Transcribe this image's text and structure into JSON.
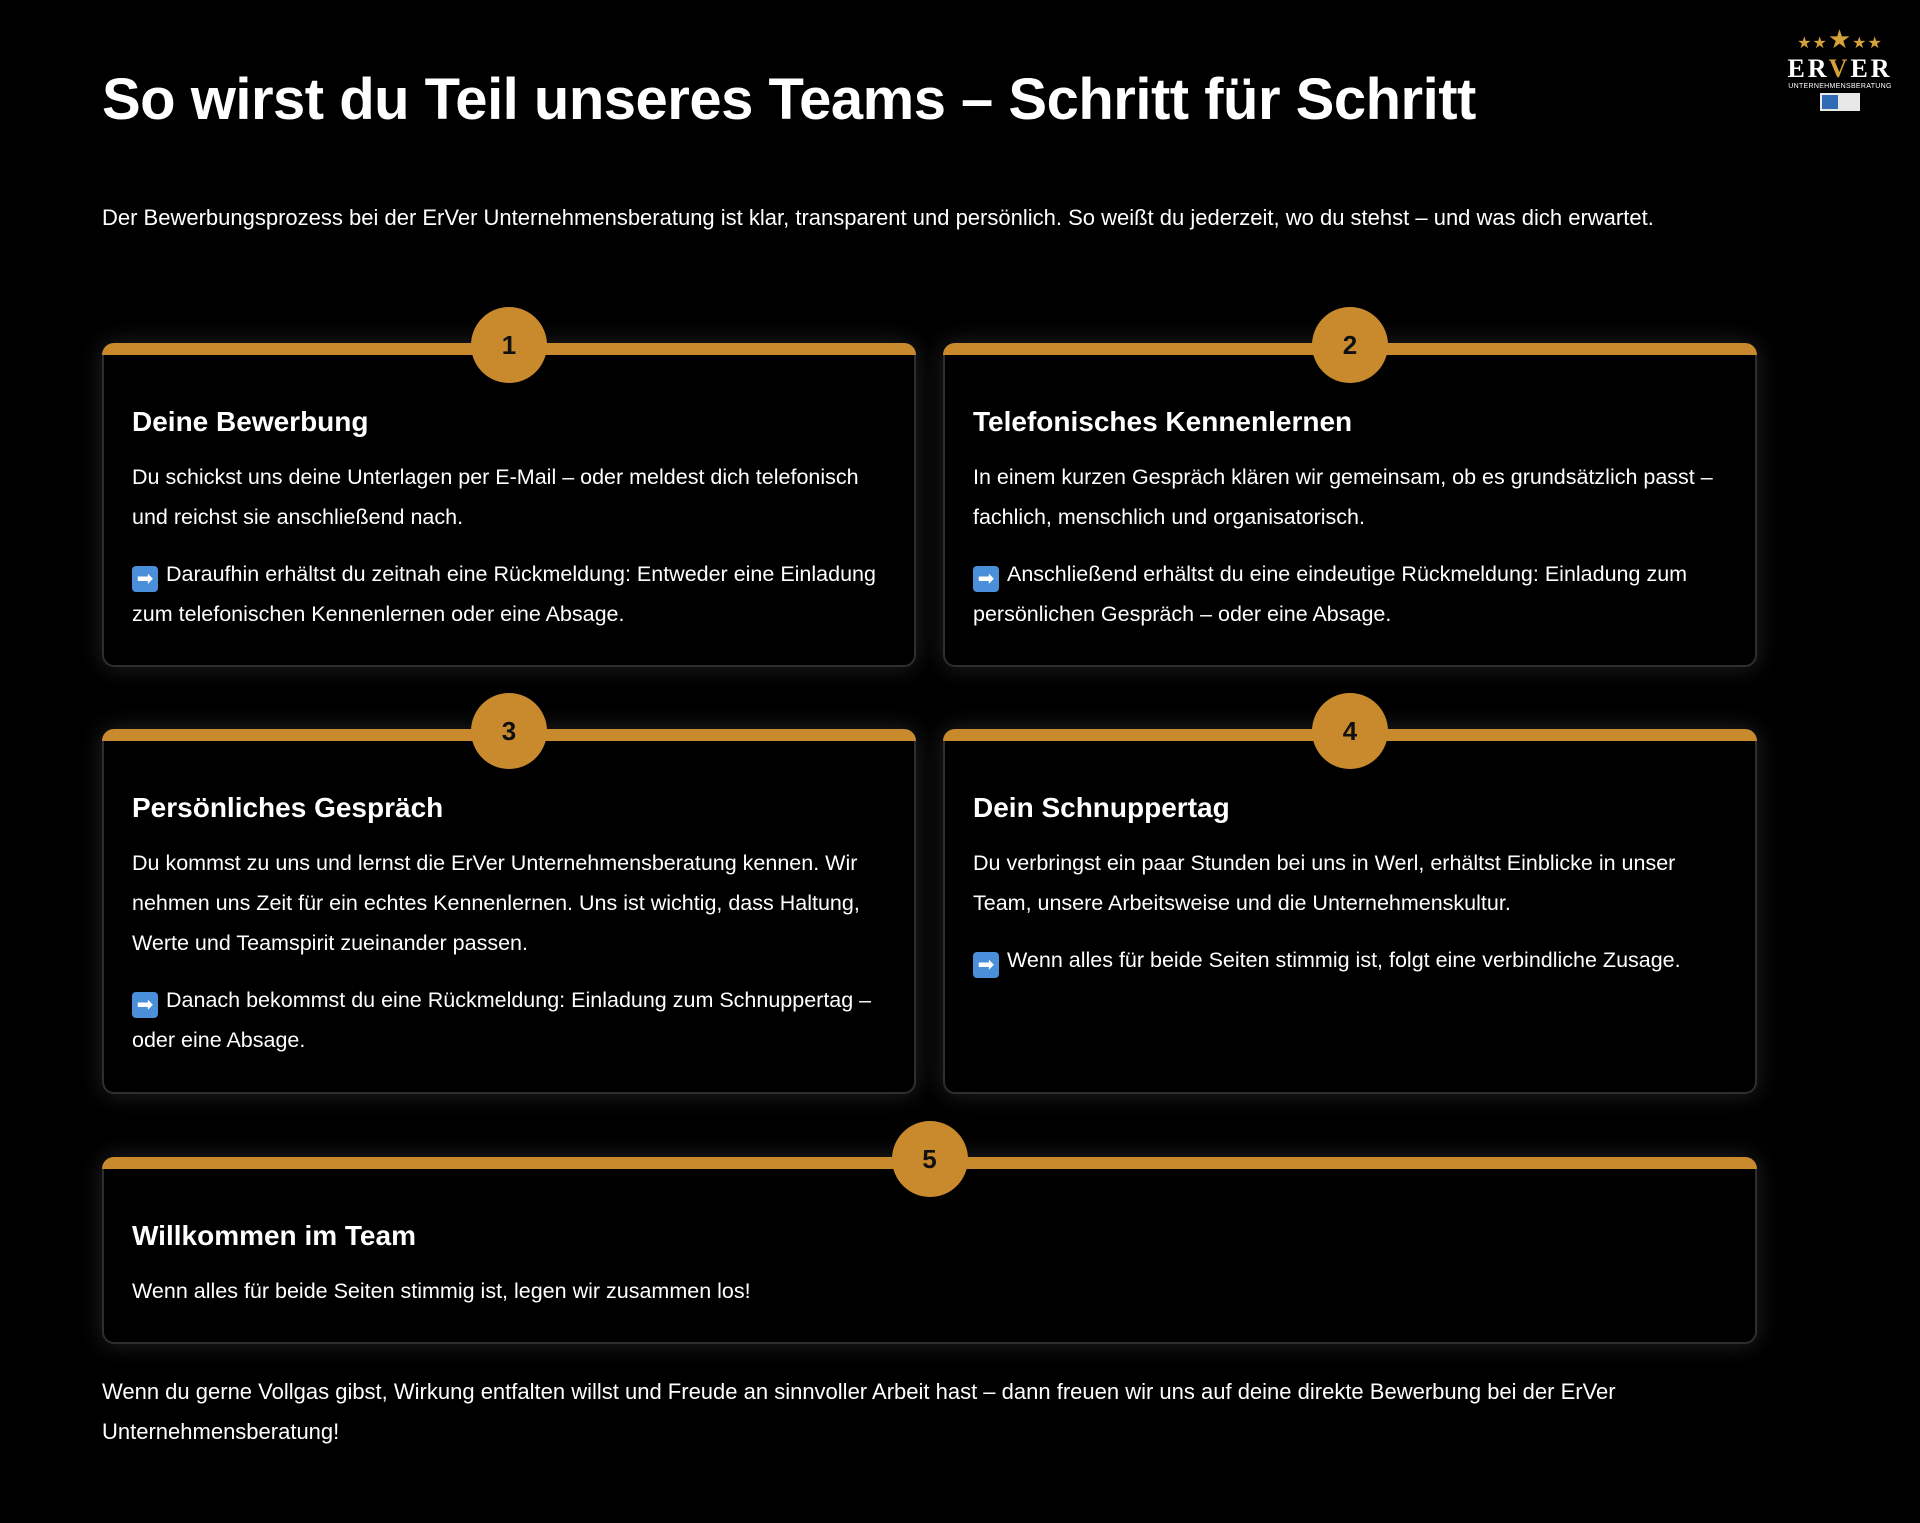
{
  "header": {
    "title": "So wirst du Teil unseres Teams – Schritt für Schritt",
    "intro": "Der Bewerbungsprozess bei der ErVer Unternehmensberatung ist klar, transparent und persönlich. So weißt du jederzeit, wo du stehst – und was dich erwartet."
  },
  "logo": {
    "brand_pre": "ER",
    "brand_v": "V",
    "brand_post": "ER",
    "subtitle": "UNTERNEHMENSBERATUNG",
    "stars": "★★★★★"
  },
  "accent_color": "#c98a2e",
  "steps": [
    {
      "number": "1",
      "title": "Deine Bewerbung",
      "text": "Du schickst uns deine Unterlagen per E-Mail – oder meldest dich telefonisch und reichst sie anschließend nach.",
      "result": "Daraufhin erhältst du zeitnah eine Rückmeldung: Entweder eine Einladung zum telefonischen Kennenlernen oder eine Absage."
    },
    {
      "number": "2",
      "title": "Telefonisches Kennenlernen",
      "text": "In einem kurzen Gespräch klären wir gemeinsam, ob es grundsätzlich passt – fachlich, menschlich und organisatorisch.",
      "result": "Anschließend erhältst du eine eindeutige Rückmeldung: Einladung zum persönlichen Gespräch – oder eine Absage."
    },
    {
      "number": "3",
      "title": "Persönliches Gespräch",
      "text": "Du kommst zu uns und lernst die ErVer Unternehmensberatung kennen. Wir nehmen uns Zeit für ein echtes Kennenlernen. Uns ist wichtig, dass Haltung, Werte und Teamspirit zueinander passen.",
      "result": "Danach bekommst du eine Rückmeldung: Einladung zum Schnuppertag – oder eine Absage."
    },
    {
      "number": "4",
      "title": "Dein Schnuppertag",
      "text": "Du verbringst ein paar Stunden bei uns in Werl, erhältst Einblicke in unser Team, unsere Arbeitsweise und die Unternehmenskultur.",
      "result": "Wenn alles für beide Seiten stimmig ist, folgt eine verbindliche Zusage."
    },
    {
      "number": "5",
      "title": "Willkommen im Team",
      "text": "Wenn alles für beide Seiten stimmig ist, legen wir zusammen los!"
    }
  ],
  "arrow_icon": "➡",
  "footer": "Wenn du gerne Vollgas gibst, Wirkung entfalten willst und Freude an sinnvoller Arbeit hast – dann freuen wir uns auf deine direkte Bewerbung bei der ErVer Unternehmensberatung!"
}
